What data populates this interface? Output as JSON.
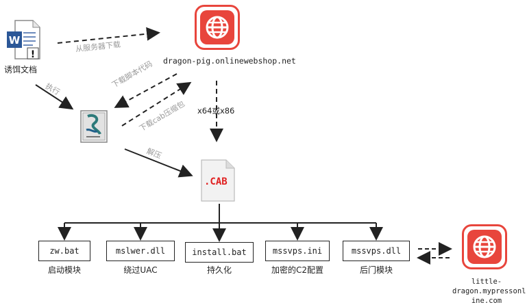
{
  "nodes": {
    "doc_label": "诱饵文档",
    "server1": "dragon-pig.onlinewebshop.net",
    "server2_line1": "little-",
    "server2_line2": "dragon.mypressonl",
    "server2_line3": "ine.com",
    "cab_text": ".CAB"
  },
  "edges": {
    "download_from_server": "从服务器下载",
    "execute": "执行",
    "download_script": "下载脚本代码",
    "download_cab": "下载cab压缩包",
    "arch": "x64或x86",
    "extract": "解压"
  },
  "files": [
    {
      "name": "zw.bat",
      "caption": "启动模块"
    },
    {
      "name": "mslwer.dll",
      "caption": "绕过UAC"
    },
    {
      "name": "install.bat",
      "caption": "持久化"
    },
    {
      "name": "mssvps.ini",
      "caption": "加密的C2配置"
    },
    {
      "name": "mssvps.dll",
      "caption": "后门模块"
    }
  ],
  "colors": {
    "accent": "#e8453c",
    "word_blue": "#2b5797",
    "line": "#222222",
    "edge_label": "#9a9a9a"
  }
}
